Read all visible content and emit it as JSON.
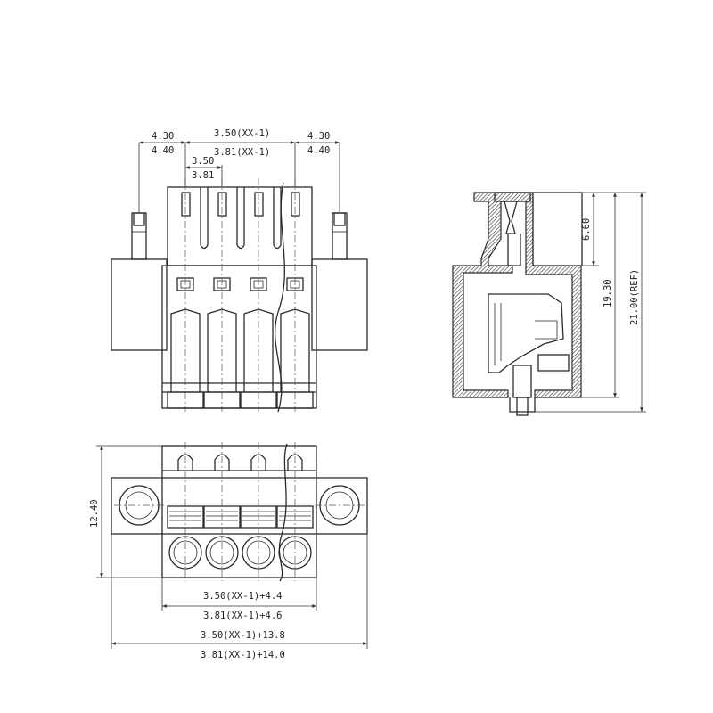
{
  "colors": {
    "line": "#2b2b2b",
    "background": "#ffffff"
  },
  "front_view": {
    "dim_top_center_1": "3.50(XX-1)",
    "dim_top_center_2": "3.81(XX-1)",
    "dim_left_1": "4.30",
    "dim_left_2": "4.40",
    "dim_right_1": "4.30",
    "dim_right_2": "4.40",
    "dim_pitch_1": "3.50",
    "dim_pitch_2": "3.81"
  },
  "side_view": {
    "dim_upper": "6.60",
    "dim_mid": "19.30",
    "dim_total": "21.00(REF)"
  },
  "bottom_view": {
    "dim_height": "12.40",
    "dim_w1": "3.50(XX-1)+4.4",
    "dim_w2": "3.81(XX-1)+4.6",
    "dim_w3": "3.50(XX-1)+13.8",
    "dim_w4": "3.81(XX-1)+14.0"
  }
}
